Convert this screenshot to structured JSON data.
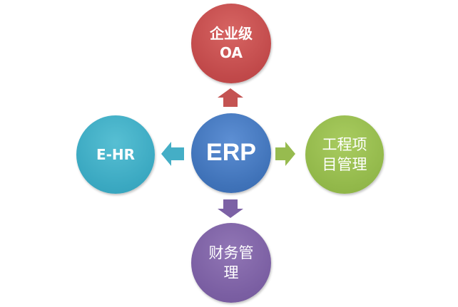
{
  "diagram": {
    "center": {
      "label": "ERP",
      "color": "#4a7ec4"
    },
    "top": {
      "label": "企业级\nOA",
      "color": "#c14b4b"
    },
    "left": {
      "label": "E-HR",
      "color": "#3ea9c2"
    },
    "right": {
      "label": "工程项\n目管理",
      "color": "#94b94c"
    },
    "bottom": {
      "label": "财务管\n理",
      "color": "#7b5fa3"
    }
  }
}
